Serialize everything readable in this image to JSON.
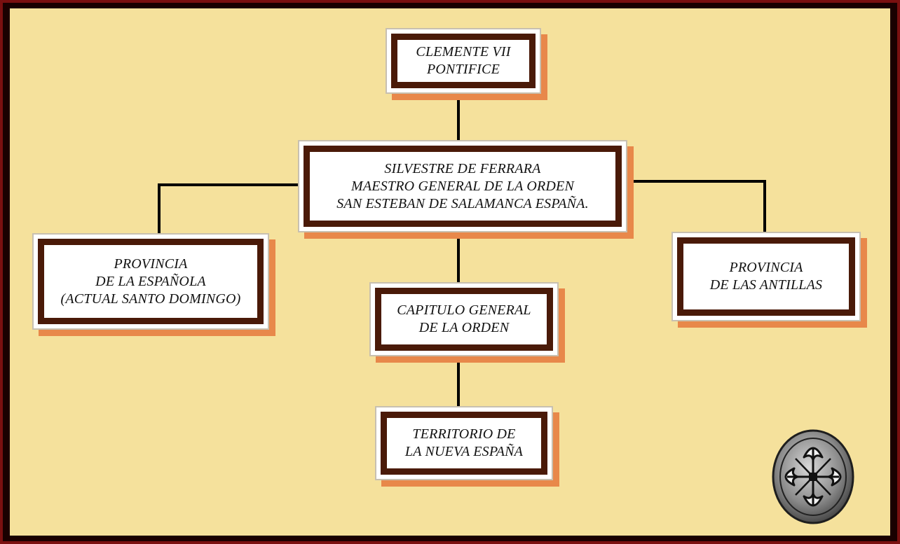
{
  "diagram": {
    "nodes": {
      "pontifice": {
        "lines": [
          "CLEMENTE VII",
          "PONTIFICE"
        ]
      },
      "maestro": {
        "lines": [
          "SILVESTRE DE FERRARA",
          "MAESTRO GENERAL DE LA ORDEN",
          "SAN ESTEBAN DE SALAMANCA ESPAÑA."
        ]
      },
      "espanola": {
        "lines": [
          "PROVINCIA",
          "DE LA ESPAÑOLA",
          "(ACTUAL SANTO DOMINGO)"
        ]
      },
      "antillas": {
        "lines": [
          "PROVINCIA",
          "DE LAS ANTILLAS"
        ]
      },
      "capitulo": {
        "lines": [
          "CAPITULO GENERAL",
          "DE LA ORDEN"
        ]
      },
      "territorio": {
        "lines": [
          "TERRITORIO DE",
          "LA NUEVA ESPAÑA"
        ]
      }
    },
    "edges": [
      [
        "pontifice",
        "maestro"
      ],
      [
        "maestro",
        "espanola"
      ],
      [
        "maestro",
        "antillas"
      ],
      [
        "maestro",
        "capitulo"
      ],
      [
        "capitulo",
        "territorio"
      ]
    ]
  },
  "colors": {
    "background": "#f5e19c",
    "box_border": "#4a1a08",
    "box_shadow": "#e8884a",
    "frame": "#1a0000"
  },
  "icons": {
    "seal": "dominican-cross-seal-icon"
  }
}
